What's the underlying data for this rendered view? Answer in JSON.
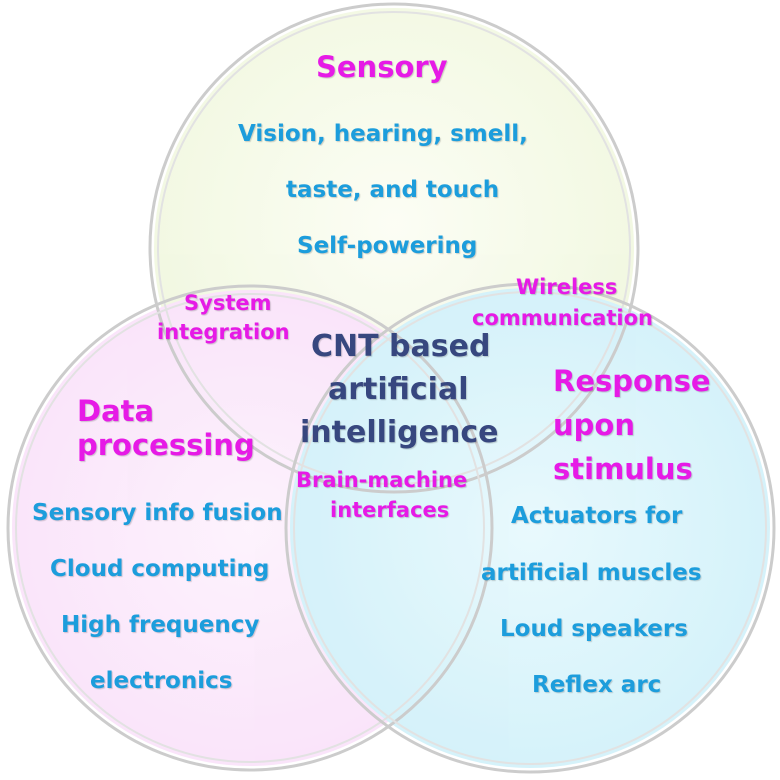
{
  "colors": {
    "title": "#e61ae6",
    "item": "#1c9ddc",
    "center": "#37477f",
    "sensory_fill": "#f6fbe6",
    "data_fill": "#fbe6fb",
    "response_fill": "#d9f4fb",
    "ring": "#c9c9c9"
  },
  "sensory": {
    "title": "Sensory",
    "items": [
      "Vision, hearing, smell,",
      "taste, and touch",
      "Self-powering"
    ]
  },
  "data_processing": {
    "title_line1": "Data",
    "title_line2": "processing",
    "items": [
      "Sensory info fusion",
      "Cloud computing",
      "High frequency",
      "electronics"
    ]
  },
  "response": {
    "title_line1": "Response",
    "title_line2": "upon",
    "title_line3": "stimulus",
    "items": [
      "Actuators for",
      "artificial muscles",
      "Loud speakers",
      "Reflex arc"
    ]
  },
  "overlaps": {
    "system_integration": [
      "System",
      "integration"
    ],
    "wireless_communication": [
      "Wireless",
      "communication"
    ],
    "brain_machine": [
      "Brain-machine",
      "interfaces"
    ]
  },
  "center": [
    "CNT based",
    "artificial",
    "intelligence"
  ]
}
